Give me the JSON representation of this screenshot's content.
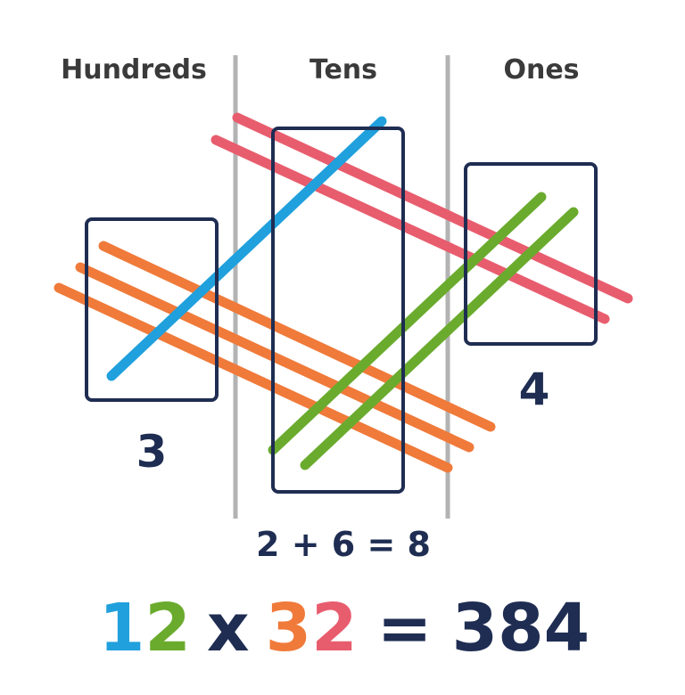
{
  "columns": {
    "hundreds": "Hundreds",
    "tens": "Tens",
    "ones": "Ones"
  },
  "group_results": {
    "hundreds": "3",
    "tens_sum": "2 + 6 = 8",
    "ones": "4"
  },
  "equation": {
    "d1": "1",
    "d2": "2",
    "times": "x",
    "d3": "3",
    "d4": "2",
    "equals": "=",
    "result": "384"
  },
  "colors": {
    "navy": "#1f2d52",
    "blue": "#20a0dc",
    "green": "#6aab2e",
    "orange": "#f07a3a",
    "red": "#e85d6e",
    "divider": "#b3b3b3"
  },
  "line_groups": [
    {
      "name": "tens-of-first-number",
      "digit": 1,
      "color": "blue",
      "count": 1
    },
    {
      "name": "ones-of-first-number",
      "digit": 2,
      "color": "green",
      "count": 2
    },
    {
      "name": "tens-of-second-number",
      "digit": 3,
      "color": "orange",
      "count": 3
    },
    {
      "name": "ones-of-second-number",
      "digit": 2,
      "color": "red",
      "count": 2
    }
  ]
}
